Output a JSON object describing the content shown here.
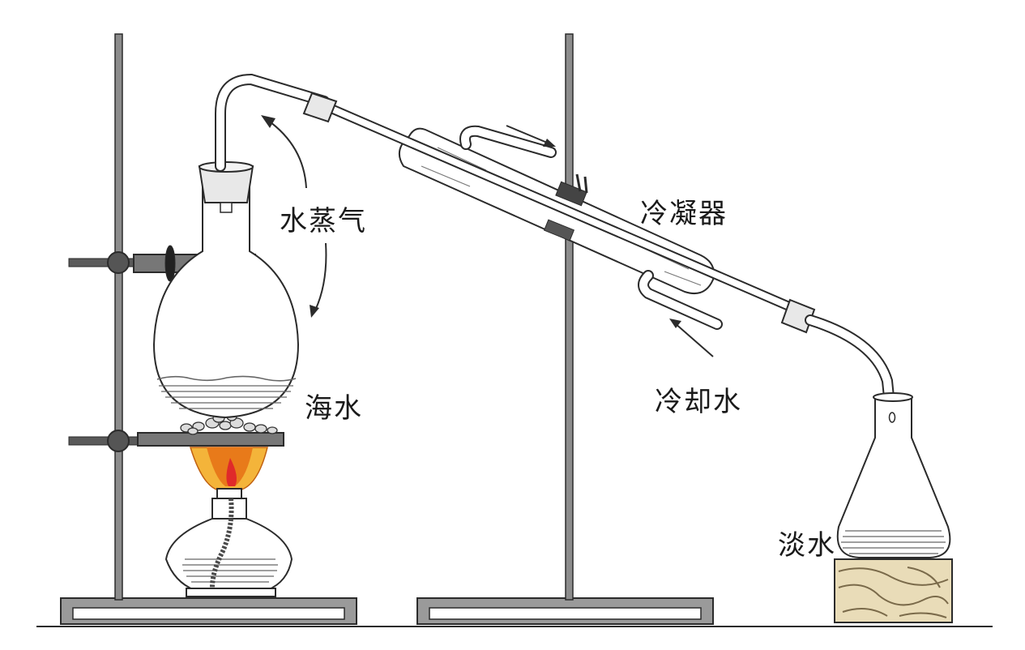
{
  "labels": {
    "steam": "水蒸气",
    "condenser": "冷凝器",
    "seawater": "海水",
    "cooling_water": "冷却水",
    "fresh_water": "淡水"
  },
  "colors": {
    "line": "#2b2b2b",
    "stand_grey": "#8c8c8c",
    "stand_dark": "#5a5a5a",
    "clamp_dark": "#3a3a3a",
    "cork": "#e8e8e8",
    "flame_outer": "#f4b43a",
    "flame_mid": "#e87a1a",
    "flame_core": "#e02a2a",
    "wood": "#e9dcb8",
    "wood_grain": "#7a6a4a",
    "water_line": "#666666"
  }
}
